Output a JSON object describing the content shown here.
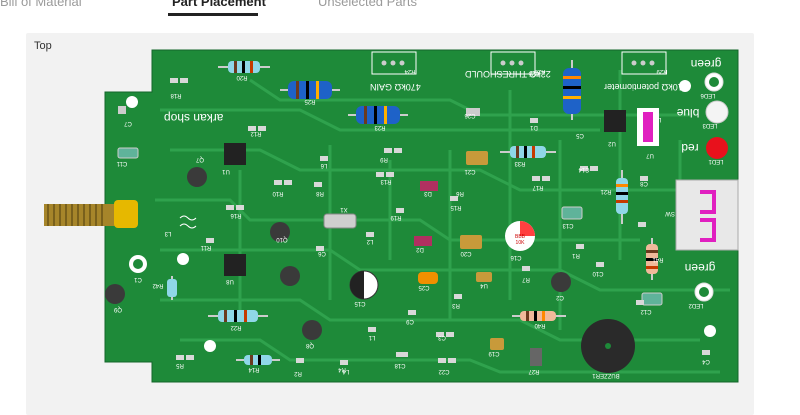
{
  "tabs": [
    {
      "label": "Bill of Material",
      "active": false
    },
    {
      "label": "Part Placement",
      "active": true
    },
    {
      "label": "Unselected Parts",
      "active": false
    }
  ],
  "view_label": "Top",
  "colors": {
    "board": "#1f8a3a",
    "trace": "#2fa04a",
    "silk": "#ffffff",
    "accent_active_tab": "#222222"
  },
  "board": {
    "silk_brand": "arkan shop",
    "pot_labels": [
      "470kΩ GAIN",
      "22kΩ THRESHOULD",
      "10kΩ potentiometer"
    ],
    "led_labels": {
      "green_top": "green",
      "blue": "blue",
      "red": "red",
      "green_bottom": "green"
    },
    "ref_labels": [
      "R20",
      "R18",
      "R25",
      "R23",
      "R26",
      "R24",
      "R33",
      "R12",
      "R11",
      "R16",
      "R10",
      "R8",
      "R9",
      "R13",
      "R19",
      "R15",
      "R14",
      "R17",
      "R21",
      "R22",
      "R41",
      "R42",
      "R40",
      "R27",
      "R5",
      "R4",
      "R3",
      "R7",
      "R2",
      "R6",
      "R1",
      "R28",
      "R29",
      "C7",
      "C11",
      "C26",
      "C21",
      "C20",
      "C16",
      "C15",
      "C14",
      "C13",
      "C12",
      "C10",
      "C9",
      "C8",
      "C6",
      "C5",
      "C4",
      "C3",
      "C2",
      "C1",
      "C19",
      "C18",
      "C22",
      "C25",
      "C17",
      "D1",
      "D2",
      "D3",
      "L1",
      "L2",
      "L3",
      "L4",
      "L5",
      "L6",
      "X1",
      "U1",
      "U2",
      "U4",
      "U7",
      "U8",
      "Q7",
      "Q8",
      "Q9",
      "Q10",
      "SW",
      "LED1",
      "LED2",
      "LED3",
      "LED6",
      "BUZZER1"
    ],
    "cap_label": [
      "BBB",
      "10K"
    ]
  }
}
